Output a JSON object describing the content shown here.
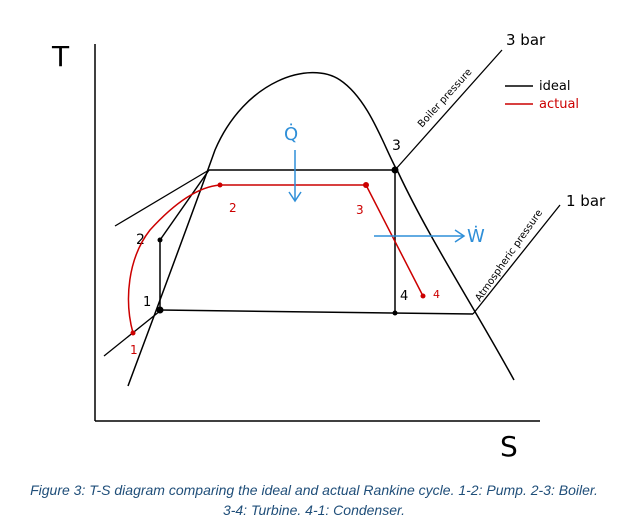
{
  "axes": {
    "y_label": "T",
    "x_label": "S"
  },
  "pressure_lines": {
    "high_value": "3 bar",
    "high_name": "Boiler pressure",
    "low_value": "1 bar",
    "low_name": "Atmospheric pressure"
  },
  "legend": {
    "ideal": {
      "label": "ideal",
      "color": "#000000"
    },
    "actual": {
      "label": "actual",
      "color": "#cc0000"
    }
  },
  "flows": {
    "heat": {
      "symbol": "Q̇",
      "color": "#2f8fd8"
    },
    "work": {
      "symbol": "Ẇ",
      "color": "#2f8fd8"
    }
  },
  "ideal_points": {
    "p1": "1",
    "p2": "2",
    "p3": "3",
    "p4": "4"
  },
  "actual_points": {
    "p1": "1",
    "p2": "2",
    "p3": "3",
    "p4": "4"
  },
  "caption": "Figure 3: T-S diagram comparing the ideal and actual Rankine cycle. 1-2: Pump. 2-3: Boiler. 3-4: Turbine. 4-1: Condenser."
}
